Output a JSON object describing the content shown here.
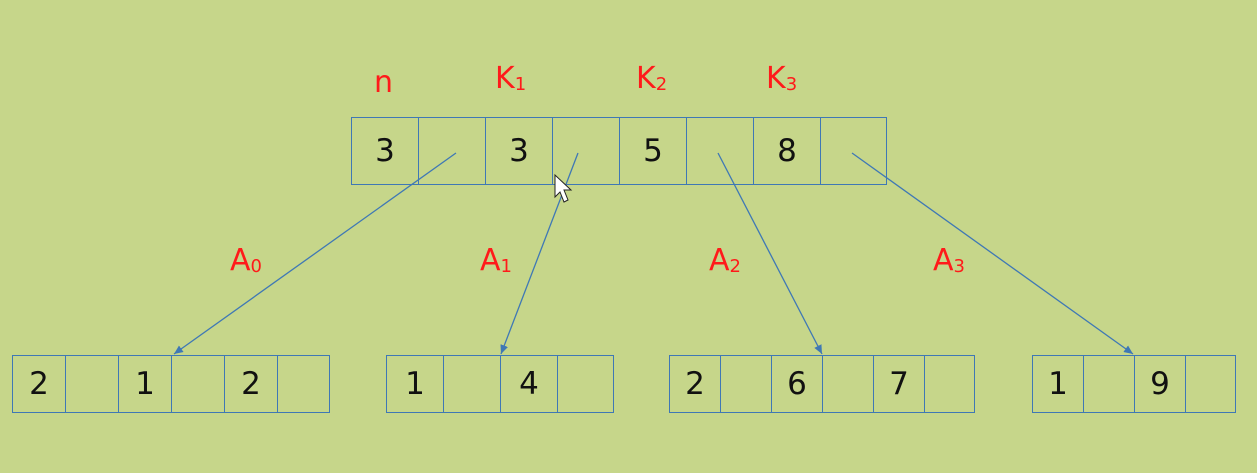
{
  "top_labels": {
    "n": "n",
    "k1": "K",
    "k1_sub": "1",
    "k2": "K",
    "k2_sub": "2",
    "k3": "K",
    "k3_sub": "3"
  },
  "pointer_labels": [
    {
      "main": "A",
      "sub": "0"
    },
    {
      "main": "A",
      "sub": "1"
    },
    {
      "main": "A",
      "sub": "2"
    },
    {
      "main": "A",
      "sub": "3"
    }
  ],
  "root_node": [
    "3",
    "",
    "3",
    "",
    "5",
    "",
    "8",
    ""
  ],
  "child_nodes": [
    [
      "2",
      "",
      "1",
      "",
      "2",
      ""
    ],
    [
      "1",
      "",
      "4",
      ""
    ],
    [
      "2",
      "",
      "6",
      "",
      "7",
      ""
    ],
    [
      "1",
      "",
      "9",
      ""
    ]
  ],
  "colors": {
    "background": "#c6d68a",
    "label": "#ff1a1a",
    "border": "#3f78b5"
  }
}
